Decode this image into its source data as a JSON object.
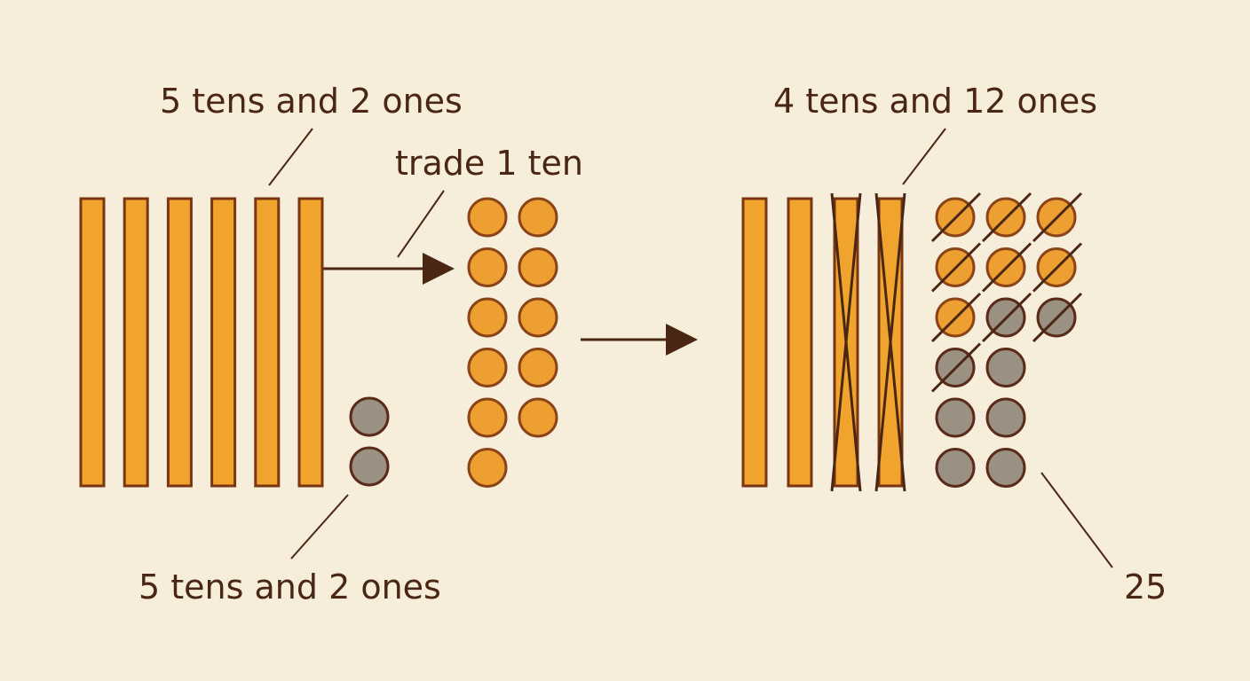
{
  "labels": {
    "top_left": "5 tens and 2 ones",
    "trade": "trade 1 ten",
    "bottom_left": "5 tens and 2 ones",
    "top_right": "4 tens and 12 ones",
    "result": "25"
  },
  "blocks": {
    "initial_tens": 6,
    "initial_ones": 2,
    "traded_ones": 11,
    "final_tens": 4,
    "final_tens_crossed": 2,
    "final_ones": 15,
    "final_ones_crossed": 10
  },
  "colors": {
    "background": "#f6eedb",
    "ten_fill": "#f0a42e",
    "ten_stroke": "#7a3512",
    "traded_one_fill": "#eda031",
    "traded_one_stroke": "#8a4418",
    "one_fill": "#9b9182",
    "one_stroke": "#5a2b1a",
    "ink": "#4a2614"
  }
}
